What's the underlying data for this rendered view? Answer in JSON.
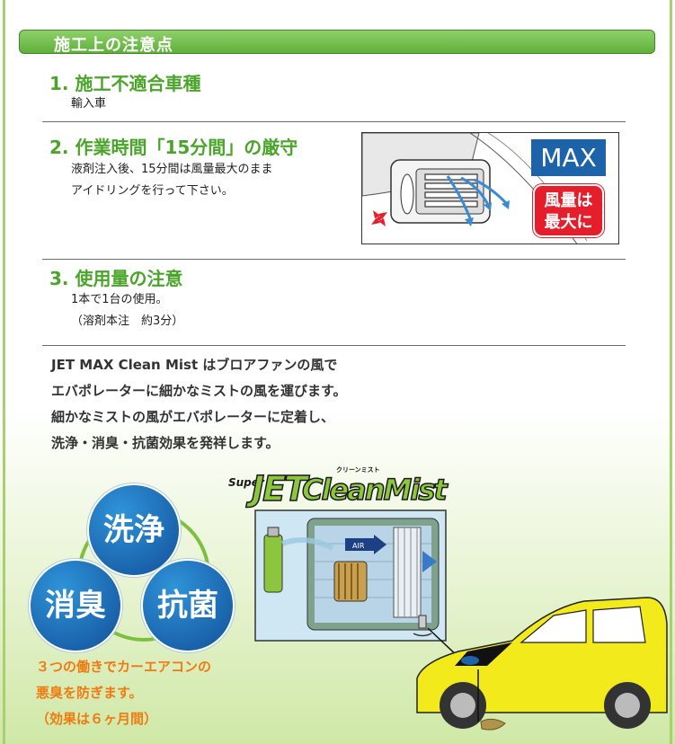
{
  "header": {
    "title": "施工上の注意点"
  },
  "sections": [
    {
      "title": "1. 施工不適合車種",
      "lines": [
        "輸入車"
      ]
    },
    {
      "title": "2. 作業時間「15分間」の厳守",
      "lines": [
        "液剤注入後、15分間は風量最大のまま",
        "アイドリングを行って下さい。"
      ]
    },
    {
      "title": "3. 使用量の注意",
      "lines": [
        "1本で1台の使用。",
        "（溶剤本注　約3分）"
      ]
    }
  ],
  "illustration": {
    "max_label": "MAX",
    "wind_line1": "風量は",
    "wind_line2": "最大に"
  },
  "description": [
    "JET MAX Clean Mist はブロアファンの風で",
    "エバポレーターに細かなミストの風を運びます。",
    "細かなミストの風がエバポレーターに定着し、",
    "洗浄・消臭・抗菌効果を発祥します。"
  ],
  "effects": {
    "wash": "洗浄",
    "deodorize": "消臭",
    "antibacterial": "抗菌"
  },
  "benefit": [
    "３つの働きでカーエアコンの",
    "悪臭を防ぎます。",
    "（効果は６ヶ月間）"
  ],
  "logo": {
    "super": "Super",
    "jet": "JET",
    "clean_mist": "CleanMist",
    "kana": "クリーンミスト"
  },
  "diagram": {
    "air_label": "AIR"
  },
  "colors": {
    "accent_green": "#4aa52a",
    "brand_blue": "#1d63aa",
    "alert_red": "#e51e2b",
    "benefit_orange": "#f07a10",
    "car_yellow": "#f3ea1c"
  }
}
